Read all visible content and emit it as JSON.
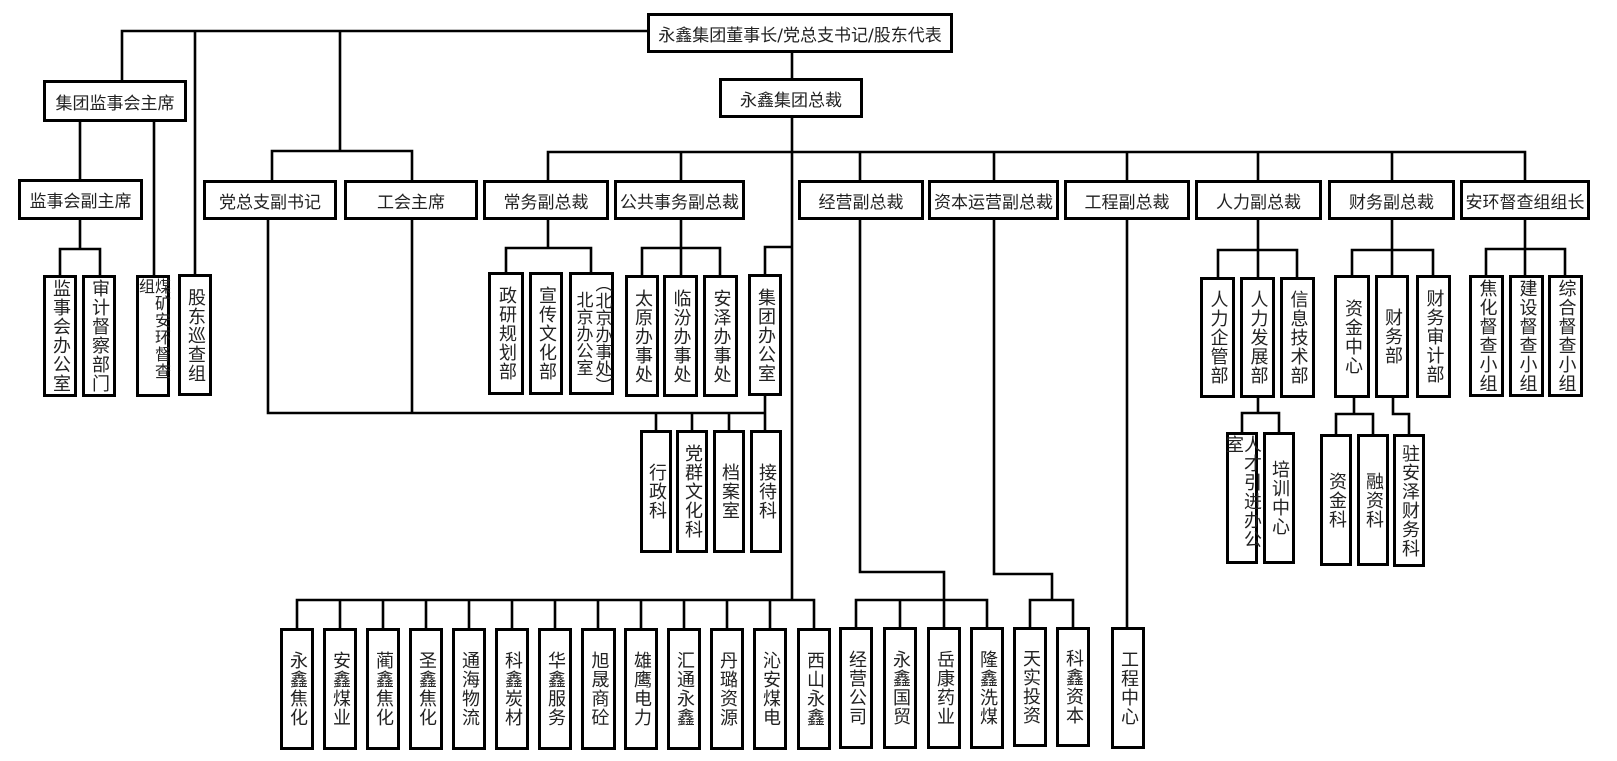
{
  "chairman": "永鑫集团董事长/党总支书记/股东代表",
  "president": "永鑫集团总裁",
  "supervisory": {
    "chair": "集团监事会主席",
    "vice_chair": "监事会副主席",
    "units": [
      "监事会办公室",
      "审计督察部门",
      "煤矿安环督查组"
    ]
  },
  "shareholder_patrol": "股东巡查组",
  "party_vice_secretary": "党总支副书记",
  "union_chair": "工会主席",
  "vp": {
    "executive": "常务副总裁",
    "public_affairs": "公共事务副总裁",
    "operations": "经营副总裁",
    "capital": "资本运营副总裁",
    "engineering": "工程副总裁",
    "hr": "人力副总裁",
    "finance": "财务副总裁",
    "safety": "安环督查组组长"
  },
  "executive_units": [
    "政研规划部",
    "宣传文化部"
  ],
  "beijing_office": {
    "line1": "北京办公室",
    "line2": "（北京办事处）"
  },
  "public_affairs_units": [
    "太原办事处",
    "临汾办事处",
    "安泽办事处"
  ],
  "group_office": "集团办公室",
  "group_office_units": [
    "行政科",
    "党群文化科",
    "档案室",
    "接待科"
  ],
  "hr_units": [
    "人力企管部",
    "人力发展部",
    "信息技术部"
  ],
  "hr_dev_units": [
    "人才引进办公室",
    "培训中心"
  ],
  "finance_units": [
    "资金中心",
    "财务部",
    "财务审计部"
  ],
  "fund_center_units": [
    "资金科",
    "融资科"
  ],
  "finance_dept_units": [
    "驻安泽财务科"
  ],
  "safety_units": [
    "焦化督查小组",
    "建设督查小组",
    "综合督查小组"
  ],
  "subsidiaries": [
    "永鑫焦化",
    "安鑫煤业",
    "蔺鑫焦化",
    "圣鑫焦化",
    "通海物流",
    "科鑫炭材",
    "华鑫服务",
    "旭晟商砼",
    "雄鹰电力",
    "汇通永鑫",
    "丹璐资源",
    "沁安煤电",
    "西山永鑫"
  ],
  "operations_units": [
    "经营公司",
    "永鑫国贸",
    "岳康药业",
    "隆鑫洗煤"
  ],
  "capital_units": [
    "天实投资",
    "科鑫资本"
  ],
  "engineering_units": [
    "工程中心"
  ]
}
